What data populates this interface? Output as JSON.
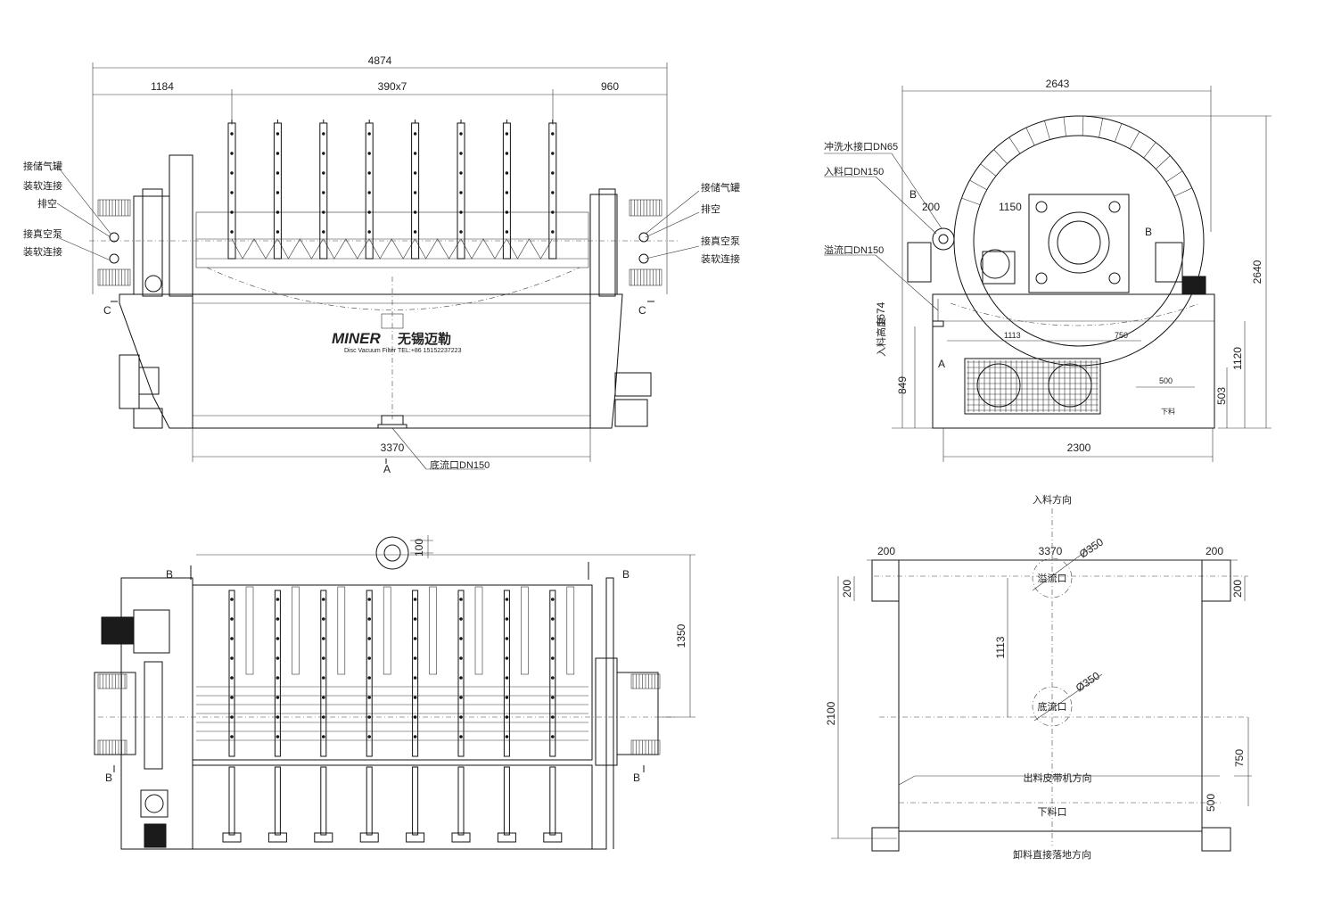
{
  "front_view": {
    "dims": {
      "overall": "4874",
      "left": "1184",
      "middle": "390x7",
      "right": "960",
      "tank_width": "3370"
    },
    "labels": {
      "left_1": "接储气罐",
      "left_2": "装软连接",
      "left_3": "排空",
      "left_4": "接真空泵",
      "left_5": "装软连接",
      "right_1": "接储气罐",
      "right_2": "排空",
      "right_3": "接真空泵",
      "right_4": "装软连接",
      "underflow": "底流口DN150"
    },
    "section_marks": {
      "c_left": "C",
      "c_right": "C",
      "a_bottom": "A"
    },
    "brand": {
      "name": "MINER",
      "cn_name": "无锡迈勒",
      "subtitle": "Disc Vacuum Filter  TEL:+86 15152237223"
    }
  },
  "side_view": {
    "dims": {
      "top_width": "2643",
      "bottom_width": "2300",
      "height_total": "2640",
      "height_1120": "1120",
      "height_503": "503",
      "height_849": "849",
      "feed_height": "1674",
      "feed_height_prefix": "入料高度",
      "d200": "200",
      "d1150": "1150",
      "d1113": "1113",
      "d750": "750",
      "d500": "500"
    },
    "labels": {
      "wash": "冲洗水接口DN65",
      "feed": "入料口DN150",
      "overflow": "溢流口DN150",
      "discharge": "下料"
    },
    "section_marks": {
      "b_left": "B",
      "b_right": "B",
      "a_left": "A"
    }
  },
  "plan_view": {
    "dims": {
      "d100": "100",
      "d1350": "1350"
    },
    "section_marks": {
      "b_tl": "B",
      "b_tr": "B",
      "b_bl": "B",
      "b_br": "B"
    }
  },
  "foundation_view": {
    "dims": {
      "width": "3370",
      "left_200": "200",
      "right_200": "200",
      "left_v200": "200",
      "right_v200": "200",
      "height": "2100",
      "d1113": "1113",
      "d750": "750",
      "d500": "500",
      "phi_top": "Ø350",
      "phi_bottom": "Ø350"
    },
    "labels": {
      "feed_dir": "入料方向",
      "overflow_port": "溢流口",
      "underflow_port": "底流口",
      "belt_dir": "出料皮带机方向",
      "discharge_port": "下料口",
      "ground_dir": "卸料直接落地方向"
    }
  },
  "colors": {
    "line": "#111111",
    "motor": "#1b1b1b",
    "spring": "#555555"
  }
}
